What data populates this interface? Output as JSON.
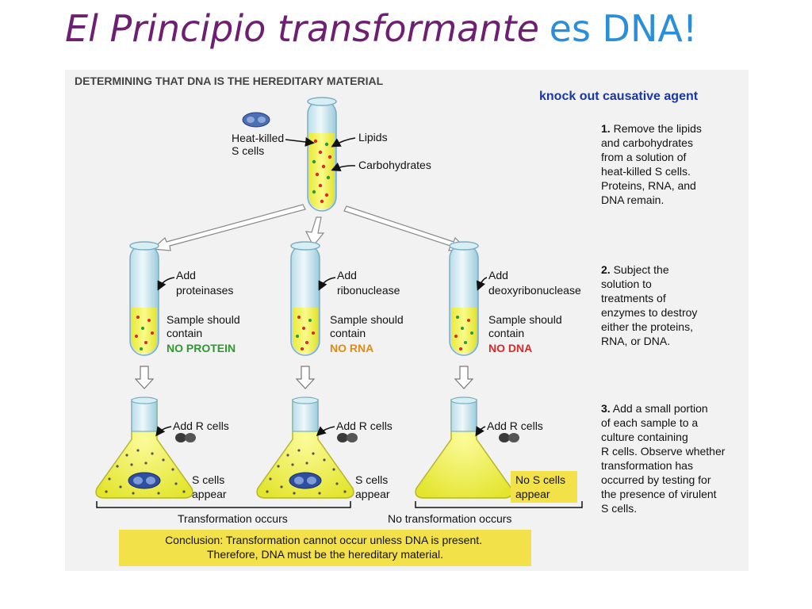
{
  "slide": {
    "title_italic": "El Principio transformante",
    "title_plain": "es DNA!"
  },
  "figure": {
    "header": "DETERMINING THAT DNA IS THE HEREDITARY MATERIAL",
    "side_note": "knock out causative agent",
    "top_tube": {
      "cells_label": [
        "Heat-killed",
        "S cells"
      ],
      "lipids": "Lipids",
      "carbohydrates": "Carbohydrates"
    },
    "tubes": [
      {
        "add": [
          "Add",
          "proteinases"
        ],
        "sample": [
          "Sample should",
          "contain"
        ],
        "result": "NO PROTEIN",
        "result_color": "#2e9a2e"
      },
      {
        "add": [
          "Add",
          "ribonuclease"
        ],
        "sample": [
          "Sample should",
          "contain"
        ],
        "result": "NO RNA",
        "result_color": "#e38a12"
      },
      {
        "add": [
          "Add",
          "deoxyribonuclease"
        ],
        "sample": [
          "Sample should",
          "contain"
        ],
        "result": "NO DNA",
        "result_color": "#d62a2a"
      }
    ],
    "flasks": [
      {
        "add": "Add R cells",
        "outcome": [
          "S cells",
          "appear"
        ]
      },
      {
        "add": "Add R cells",
        "outcome": [
          "S cells",
          "appear"
        ]
      },
      {
        "add": "Add R cells",
        "outcome": [
          "No S cells",
          "appear"
        ]
      }
    ],
    "bracket_labels": {
      "left": "Transformation occurs",
      "right": "No transformation occurs"
    },
    "conclusion": [
      "Conclusion: Transformation cannot occur unless DNA is present.",
      "Therefore, DNA must be the hereditary material."
    ],
    "steps": [
      {
        "num": "1.",
        "lines": [
          " Remove the lipids",
          "and carbohydrates",
          "from a solution of",
          "heat-killed S cells.",
          "Proteins, RNA, and",
          "DNA remain."
        ]
      },
      {
        "num": "2.",
        "lines": [
          " Subject the",
          "solution to",
          "treatments of",
          "enzymes to destroy",
          "either the proteins,",
          "RNA, or DNA."
        ]
      },
      {
        "num": "3.",
        "lines": [
          " Add a small portion",
          "of each sample to a",
          "culture containing",
          "R cells. Observe whether",
          "transformation has",
          "occurred by testing for",
          "the presence of virulent",
          "S cells."
        ]
      }
    ]
  }
}
